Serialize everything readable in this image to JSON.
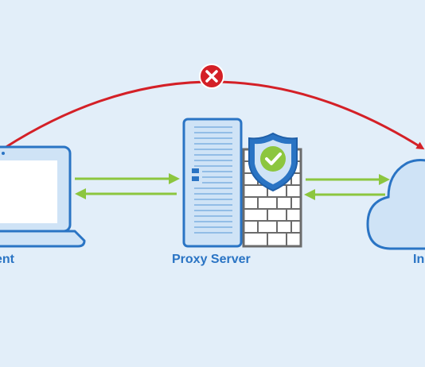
{
  "labels": {
    "client": "ent",
    "proxy": "Proxy Server",
    "internet": "In"
  },
  "icons": {
    "blocked": "x-circle-icon",
    "laptop": "laptop-icon",
    "server": "server-tower-icon",
    "firewall": "brick-firewall-icon",
    "shield": "shield-check-icon",
    "cloud": "cloud-icon"
  },
  "colors": {
    "background": "#e2eef9",
    "stroke": "#2a74c4",
    "device_fill": "#cfe3f6",
    "arrow_green": "#8cc63f",
    "blocked_red": "#d42027",
    "wall": "#6b6b6b"
  }
}
